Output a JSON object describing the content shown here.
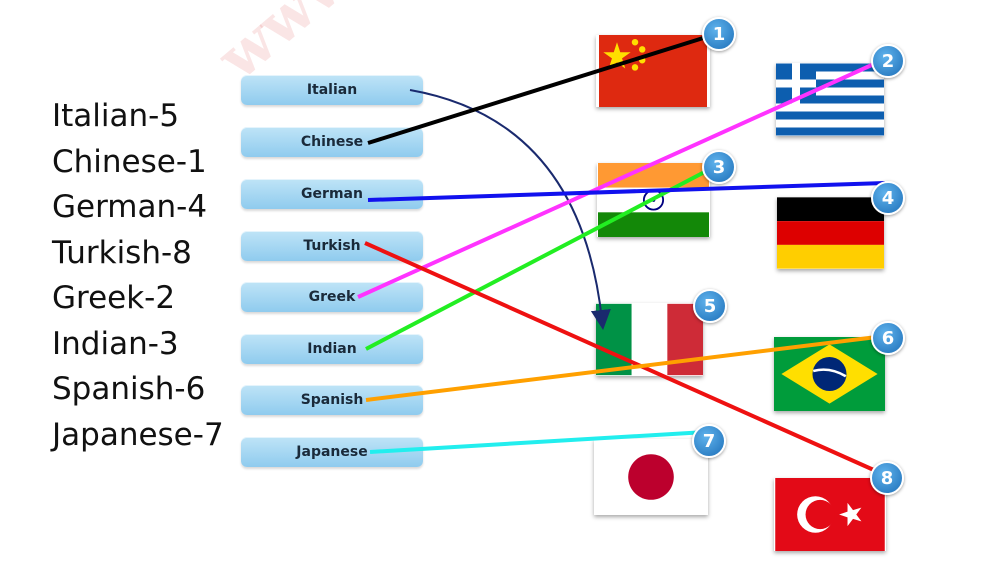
{
  "answers": [
    "Italian-5",
    "Chinese-1",
    "German-4",
    "Turkish-8",
    "Greek-2",
    "Indian-3",
    "Spanish-6",
    "Japanese-7"
  ],
  "words": [
    "Italian",
    "Chinese",
    "German",
    "Turkish",
    "Greek",
    "Indian",
    "Spanish",
    "Japanese"
  ],
  "flags": [
    {
      "number": "1",
      "country": "china"
    },
    {
      "number": "2",
      "country": "greece"
    },
    {
      "number": "3",
      "country": "india"
    },
    {
      "number": "4",
      "country": "germany"
    },
    {
      "number": "5",
      "country": "italy"
    },
    {
      "number": "6",
      "country": "brazil"
    },
    {
      "number": "7",
      "country": "japan"
    },
    {
      "number": "8",
      "country": "turkey"
    }
  ],
  "watermark": "www.evvelcevap.com sitemizi ziyaret",
  "colors": {
    "chinese_line": "#000000",
    "greek_line": "#ff33ff",
    "indian_line": "#22ee22",
    "german_line": "#1111ee",
    "turkish_line": "#ee1111",
    "spanish_line": "#ffa000",
    "japanese_line": "#22eeee",
    "italian_arrow": "#1a2a6e",
    "badge": "#1d6fb8",
    "pill": "#9fd3f1"
  }
}
